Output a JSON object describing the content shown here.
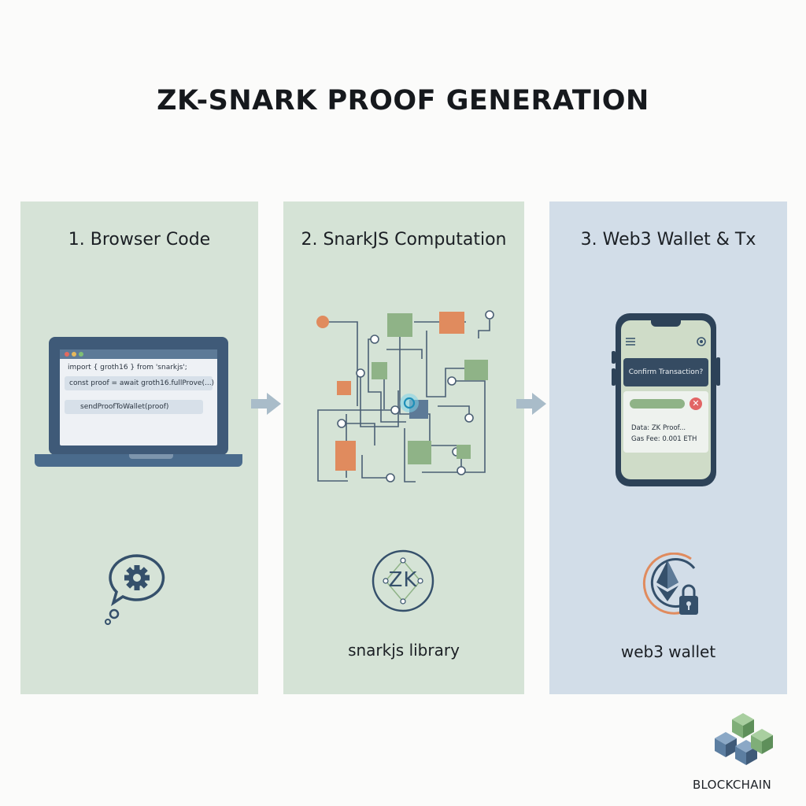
{
  "title": "ZK-SNARK PROOF GENERATION",
  "panels": [
    {
      "heading": "1. Browser Code",
      "code_lines": [
        "import { groth16 } from 'snarkjs';",
        "const proof = await groth16.fullProve(...)",
        "sendProofToWallet(proof)"
      ],
      "icon": "gear-speech-bubble-icon"
    },
    {
      "heading": "2. SnarkJS Computation",
      "badge_text": "ZK",
      "caption": "snarkjs library",
      "icon": "circuit-network-icon"
    },
    {
      "heading": "3. Web3 Wallet & Tx",
      "dialog_title": "Confirm Transaction?",
      "tx_lines": [
        "Data: ZK Proof...",
        "Gas Fee: 0.001 ETH"
      ],
      "caption": "web3 wallet",
      "icon": "ethereum-lock-icon"
    }
  ],
  "logo": {
    "label": "BLOCKCHAIN",
    "icon": "cubes-icon"
  },
  "colors": {
    "panel_green": "#d6e3d7",
    "panel_blue": "#d2dde8",
    "accent_orange": "#e08b5e",
    "accent_green": "#8fb387",
    "accent_slate": "#3f5a78"
  }
}
